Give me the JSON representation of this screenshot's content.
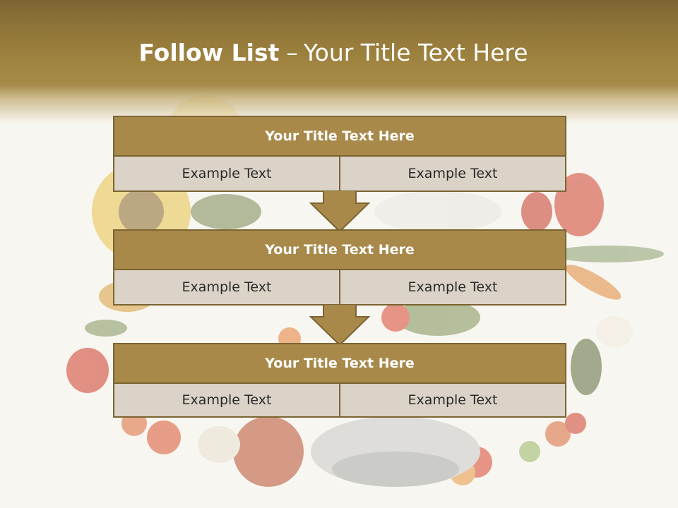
{
  "slide": {
    "title_bold": "Follow List",
    "title_separator": "–",
    "title_rest": "Your Title Text Here"
  },
  "blocks": [
    {
      "title": "Your Title Text Here",
      "left": "Example Text",
      "right": "Example Text"
    },
    {
      "title": "Your Title Text Here",
      "left": "Example Text",
      "right": "Example Text"
    },
    {
      "title": "Your Title Text Here",
      "left": "Example Text",
      "right": "Example Text"
    }
  ],
  "colors": {
    "header": "#a08440",
    "block_title_fill": "#a8894a",
    "block_border": "#7b6431",
    "cell_fill": "#dbd3c7",
    "arrow_fill": "#a8894a"
  },
  "icons": [
    "down-arrow-icon",
    "down-arrow-icon"
  ]
}
